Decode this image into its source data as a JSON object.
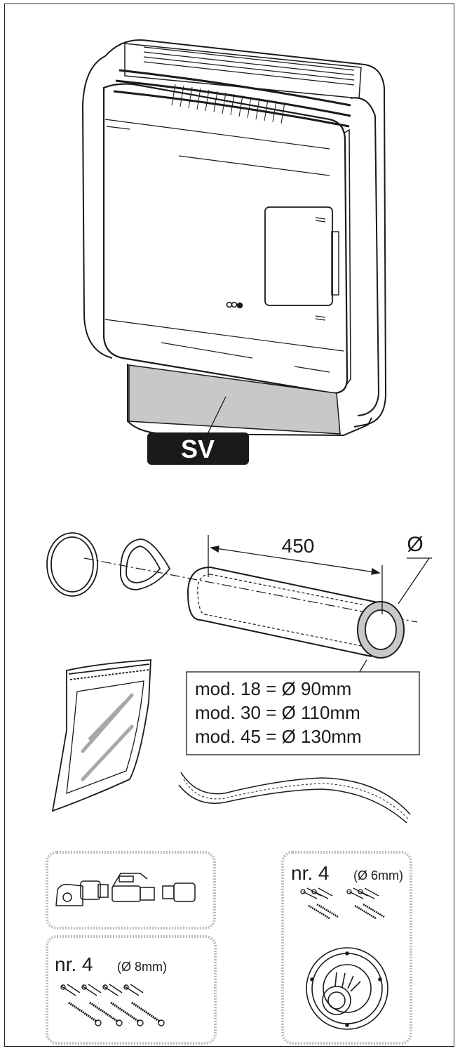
{
  "heater": {
    "badge": "SV",
    "badge_bg": "#1a1a1a",
    "badge_fg": "#ffffff"
  },
  "flue": {
    "length_label": "450",
    "diameter_symbol": "Ø",
    "models": [
      "mod. 18 = Ø 90mm",
      "mod. 30 = Ø 110mm",
      "mod. 45 = Ø 130mm"
    ]
  },
  "kits": {
    "right": {
      "prefix": "nr. 4",
      "detail": "(Ø 6mm)"
    },
    "left": {
      "prefix": "nr. 4",
      "detail": "(Ø 8mm)"
    }
  },
  "colors": {
    "line": "#1a1a1a",
    "panel_shade": "#c8c8c8",
    "dotted_border": "#bdbdbd"
  }
}
